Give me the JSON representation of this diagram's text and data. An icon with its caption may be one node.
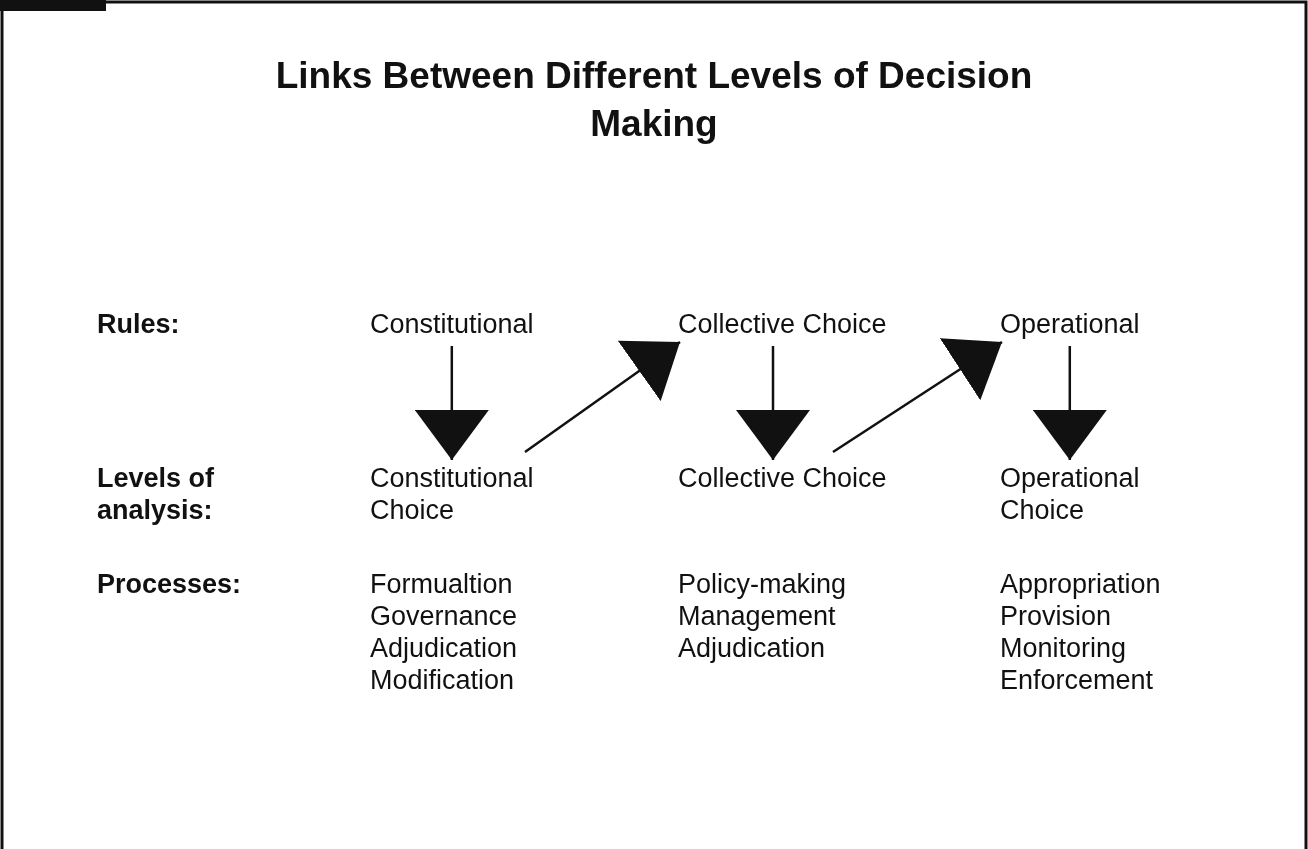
{
  "diagram": {
    "title": "Links Between Different Levels of Decision Making",
    "nodes": [
      {
        "text": [
          "Constitutional"
        ]
      },
      {
        "text": [
          "Collective Choice"
        ]
      },
      {
        "text": [
          "Operational"
        ]
      },
      {
        "text": [
          "Constitutional Choice"
        ]
      },
      {
        "text": [
          "Collective Choice"
        ]
      },
      {
        "text": [
          "Operational Choice"
        ]
      }
    ],
    "edges": [
      {
        "from": 0,
        "to": 3,
        "arrow": "to"
      },
      {
        "from": 3,
        "to": 1,
        "arrow": "to"
      },
      {
        "from": 1,
        "to": 4,
        "arrow": "to"
      },
      {
        "from": 4,
        "to": 2,
        "arrow": "to"
      },
      {
        "from": 2,
        "to": 5,
        "arrow": "to"
      }
    ],
    "labels": [
      "Rules:",
      "Levels of analysis:",
      "Processes:",
      "Formualtion",
      "Policy-making",
      "Appropriation",
      "Governance",
      "Management",
      "Provision",
      "Adjudication",
      "Adjudication",
      "Monitoring",
      "Modification",
      "Enforcement"
    ]
  }
}
